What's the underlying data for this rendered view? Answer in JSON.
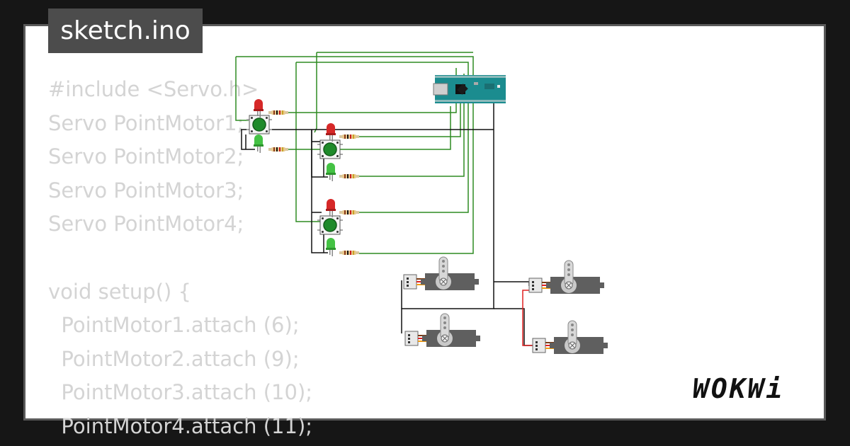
{
  "tab": {
    "title": "sketch.ino"
  },
  "code": {
    "lines": [
      "#include <Servo.h>",
      "Servo PointMotor1;",
      "Servo PointMotor2;",
      "Servo PointMotor3;",
      "Servo PointMotor4;",
      "",
      "void setup() {",
      "  PointMotor1.attach (6);",
      "  PointMotor2.attach (9);",
      "  PointMotor3.attach (10);",
      "  PointMotor4.attach (11);"
    ]
  },
  "brand": {
    "logo": "WOKWi"
  },
  "colors": {
    "background": "#161616",
    "tab": "#4c4c4c",
    "code_text": "#d4d4d4",
    "wire_green": "#2e8b22",
    "wire_black": "#111111",
    "wire_red": "#e02020",
    "board": "#1b8c8f",
    "button": "#1f8a2a",
    "led_red": "#d62828",
    "led_green": "#3cbf3c",
    "servo": "#5f5f5f"
  },
  "icons": [
    "arduino-nano-icon",
    "push-button-icon",
    "red-led-icon",
    "green-led-icon",
    "resistor-icon",
    "servo-motor-icon"
  ]
}
